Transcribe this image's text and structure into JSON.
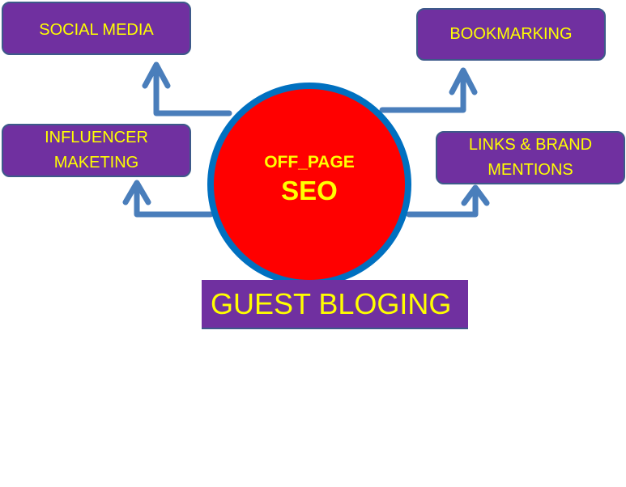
{
  "center": {
    "line1": "OFF_PAGE",
    "line2": "SEO"
  },
  "nodes": {
    "social_media": "SOCIAL MEDIA",
    "influencer_line1": "INFLUENCER",
    "influencer_line2": "MAKETING",
    "bookmarking": "BOOKMARKING",
    "links_line1": "LINKS & BRAND",
    "links_line2": "MENTIONS",
    "guest_blogging": "GUEST BLOGING"
  },
  "colors": {
    "box": "#7030a0",
    "text": "#ffff00",
    "circle": "#ff0000",
    "circle_border": "#0070c0",
    "arrow": "#4a7ebb"
  }
}
